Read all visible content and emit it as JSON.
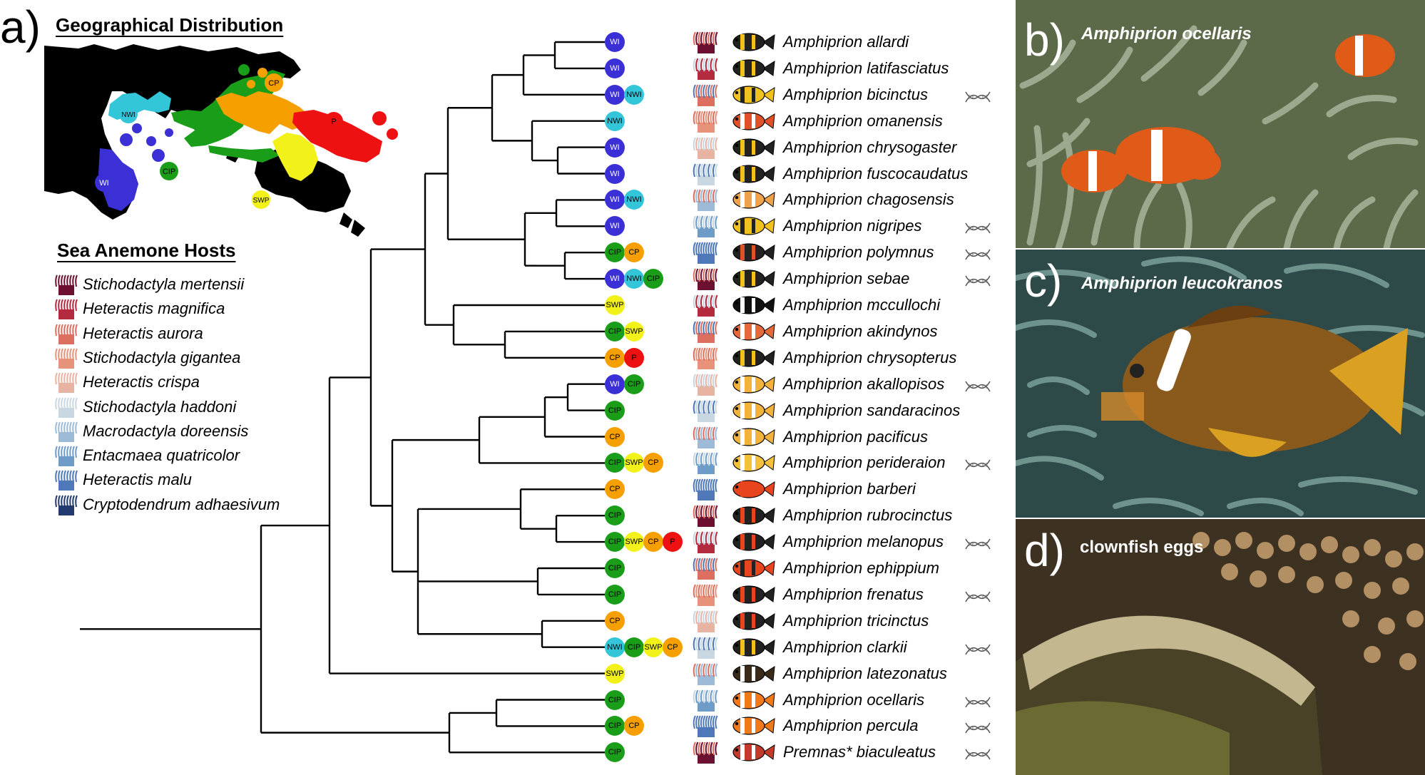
{
  "panels": {
    "a": "a)",
    "b": "b)",
    "c": "c)",
    "d": "d)"
  },
  "map": {
    "title": "Geographical Distribution",
    "regions": [
      {
        "code": "WI",
        "color": "#3b2fd6"
      },
      {
        "code": "NWI",
        "color": "#33c6d9"
      },
      {
        "code": "CIP",
        "color": "#1a9e1a"
      },
      {
        "code": "CP",
        "color": "#f5a000"
      },
      {
        "code": "SWP",
        "color": "#f2f21a"
      },
      {
        "code": "P",
        "color": "#ee1111"
      }
    ]
  },
  "hosts": {
    "title": "Sea Anemone Hosts",
    "items": [
      {
        "name": "Stichodactyla mertensii",
        "color": "#6b1030"
      },
      {
        "name": "Heteractis magnifica",
        "color": "#b42b3f"
      },
      {
        "name": "Heteractis aurora",
        "color": "#dc6f5f"
      },
      {
        "name": "Stichodactyla gigantea",
        "color": "#e7937a"
      },
      {
        "name": "Heteractis crispa",
        "color": "#e9b3a2"
      },
      {
        "name": "Stichodactyla haddoni",
        "color": "#c9d7e3"
      },
      {
        "name": "Macrodactyla doreensis",
        "color": "#9dbad6"
      },
      {
        "name": "Entacmaea quatricolor",
        "color": "#6e9cc8"
      },
      {
        "name": "Heteractis malu",
        "color": "#4f78b8"
      },
      {
        "name": "Cryptodendrum adhaesivum",
        "color": "#233a6e"
      }
    ]
  },
  "species": [
    {
      "name": "Amphiprion allardi",
      "regions": [
        "WI"
      ],
      "genome": false,
      "fish": "#222",
      "band": "#f1c21b"
    },
    {
      "name": "Amphiprion latifasciatus",
      "regions": [
        "WI"
      ],
      "genome": false,
      "fish": "#222",
      "band": "#f1c21b"
    },
    {
      "name": "Amphiprion bicinctus",
      "regions": [
        "WI",
        "NWI"
      ],
      "genome": true,
      "fish": "#f1c21b",
      "band": "#222"
    },
    {
      "name": "Amphiprion omanensis",
      "regions": [
        "NWI"
      ],
      "genome": false,
      "fish": "#e0512a",
      "band": "#fff"
    },
    {
      "name": "Amphiprion chrysogaster",
      "regions": [
        "WI"
      ],
      "genome": false,
      "fish": "#222",
      "band": "#f1c21b"
    },
    {
      "name": "Amphiprion fuscocaudatus",
      "regions": [
        "WI"
      ],
      "genome": false,
      "fish": "#222",
      "band": "#f1c21b"
    },
    {
      "name": "Amphiprion chagosensis",
      "regions": [
        "WI",
        "NWI"
      ],
      "genome": false,
      "fish": "#f0a24a",
      "band": "#fff"
    },
    {
      "name": "Amphiprion nigripes",
      "regions": [
        "WI"
      ],
      "genome": true,
      "fish": "#f1c21b",
      "band": "#222"
    },
    {
      "name": "Amphiprion polymnus",
      "regions": [
        "CIP",
        "CP"
      ],
      "genome": true,
      "fish": "#222",
      "band": "#e0512a"
    },
    {
      "name": "Amphiprion sebae",
      "regions": [
        "WI",
        "NWI",
        "CIP"
      ],
      "genome": true,
      "fish": "#222",
      "band": "#f1c21b"
    },
    {
      "name": "Amphiprion mccullochi",
      "regions": [
        "SWP"
      ],
      "genome": false,
      "fish": "#111",
      "band": "#fff"
    },
    {
      "name": "Amphiprion akindynos",
      "regions": [
        "CIP",
        "SWP"
      ],
      "genome": false,
      "fish": "#e46a3a",
      "band": "#fff"
    },
    {
      "name": "Amphiprion chrysopterus",
      "regions": [
        "CP",
        "P"
      ],
      "genome": false,
      "fish": "#222",
      "band": "#f1c21b"
    },
    {
      "name": "Amphiprion akallopisos",
      "regions": [
        "WI",
        "CIP"
      ],
      "genome": true,
      "fish": "#f3b23a",
      "band": "#fff"
    },
    {
      "name": "Amphiprion sandaracinos",
      "regions": [
        "CIP"
      ],
      "genome": false,
      "fish": "#f3b23a",
      "band": "#fff"
    },
    {
      "name": "Amphiprion pacificus",
      "regions": [
        "CP"
      ],
      "genome": false,
      "fish": "#f3b23a",
      "band": "#fff"
    },
    {
      "name": "Amphiprion perideraion",
      "regions": [
        "CIP",
        "SWP",
        "CP"
      ],
      "genome": true,
      "fish": "#f5c03a",
      "band": "#fff"
    },
    {
      "name": "Amphiprion barberi",
      "regions": [
        "CP"
      ],
      "genome": false,
      "fish": "#e8451e",
      "band": "#e8451e"
    },
    {
      "name": "Amphiprion rubrocinctus",
      "regions": [
        "CIP"
      ],
      "genome": false,
      "fish": "#222",
      "band": "#e8451e"
    },
    {
      "name": "Amphiprion melanopus",
      "regions": [
        "CIP",
        "SWP",
        "CP",
        "P"
      ],
      "genome": true,
      "fish": "#222",
      "band": "#e8451e"
    },
    {
      "name": "Amphiprion ephippium",
      "regions": [
        "CIP"
      ],
      "genome": false,
      "fish": "#e8451e",
      "band": "#222"
    },
    {
      "name": "Amphiprion frenatus",
      "regions": [
        "CIP"
      ],
      "genome": true,
      "fish": "#222",
      "band": "#e8451e"
    },
    {
      "name": "Amphiprion tricinctus",
      "regions": [
        "CP"
      ],
      "genome": false,
      "fish": "#222",
      "band": "#e8451e"
    },
    {
      "name": "Amphiprion clarkii",
      "regions": [
        "NWI",
        "CIP",
        "SWP",
        "CP"
      ],
      "genome": true,
      "fish": "#222",
      "band": "#f1c21b"
    },
    {
      "name": "Amphiprion latezonatus",
      "regions": [
        "SWP"
      ],
      "genome": false,
      "fish": "#3a2a1a",
      "band": "#fff"
    },
    {
      "name": "Amphiprion ocellaris",
      "regions": [
        "CIP"
      ],
      "genome": true,
      "fish": "#f07a1a",
      "band": "#fff"
    },
    {
      "name": "Amphiprion percula",
      "regions": [
        "CIP",
        "CP"
      ],
      "genome": true,
      "fish": "#f07a1a",
      "band": "#fff"
    },
    {
      "name": "Premnas* biaculeatus",
      "regions": [
        "CIP"
      ],
      "genome": true,
      "fish": "#c43a2a",
      "band": "#fff"
    }
  ],
  "photos": {
    "b": {
      "label": "Amphiprion ocellaris"
    },
    "c": {
      "label": "Amphiprion leucokranos"
    },
    "d": {
      "label": "clownfish eggs"
    }
  }
}
